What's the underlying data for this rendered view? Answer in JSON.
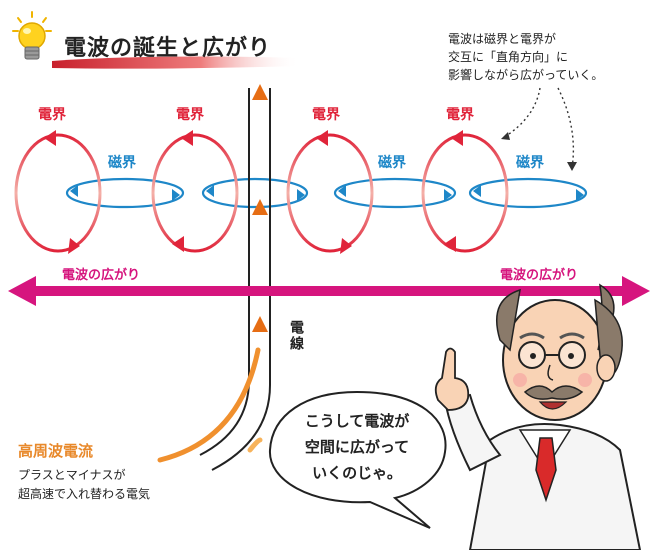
{
  "title": "電波の誕生と広がり",
  "note": {
    "line1": "電波は磁界と電界が",
    "line2": "交互に「直角方向」に",
    "line3": "影響しながら広がっていく。"
  },
  "labels": {
    "electric_field": "電界",
    "magnetic_field": "磁界",
    "spread": "電波の広がり",
    "wire": "電線"
  },
  "high_freq": {
    "title": "高周波電流",
    "desc1": "プラスとマイナスが",
    "desc2": "超高速で入れ替わる電気"
  },
  "speech": {
    "line1": "こうして電波が",
    "line2": "空間に広がって",
    "line3": "いくのじゃ。"
  },
  "colors": {
    "electric": "#e0243a",
    "magnetic": "#1e87c8",
    "spread_arrow": "#d6157e",
    "current": "#f0902e"
  },
  "icons": [
    "light-bulb-icon",
    "professor-illustration"
  ]
}
